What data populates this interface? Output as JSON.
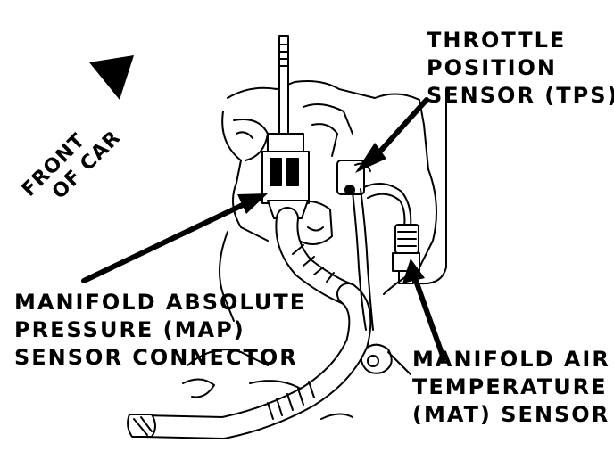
{
  "labels": {
    "front": [
      "FRONT",
      "OF CAR"
    ],
    "tps": [
      "THROTTLE",
      "POSITION",
      "SENSOR (TPS)"
    ],
    "map": [
      "MANIFOLD ABSOLUTE",
      "PRESSURE (MAP)",
      "SENSOR CONNECTOR"
    ],
    "mat": [
      "MANIFOLD AIR",
      "TEMPERATURE",
      "(MAT) SENSOR"
    ]
  },
  "colors": {
    "ink": "#000000",
    "paper": "#ffffff"
  }
}
